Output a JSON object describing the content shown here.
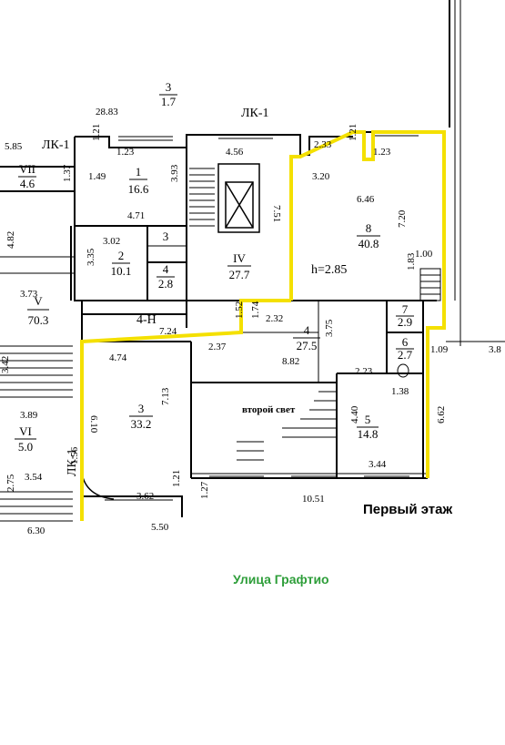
{
  "colors": {
    "wall": "#000000",
    "highlight": "#f4e000",
    "street": "#2e9e3a",
    "background": "#ffffff"
  },
  "floor_title": "Первый этаж",
  "street_label": "Улица Графтио",
  "height_label": "h=2.85",
  "second_light_label": "второй свет",
  "rooms": [
    {
      "num": "VII",
      "area": "4.6"
    },
    {
      "num": "1",
      "area": "16.6"
    },
    {
      "num": "2",
      "area": "10.1"
    },
    {
      "num": "3",
      "area": ""
    },
    {
      "num": "4",
      "area": "2.8"
    },
    {
      "num": "IV",
      "area": "27.7"
    },
    {
      "num": "8",
      "area": "40.8"
    },
    {
      "num": "V",
      "area": "70.3"
    },
    {
      "num": "4",
      "area": "27.5"
    },
    {
      "num": "7",
      "area": "2.9"
    },
    {
      "num": "6",
      "area": "2.7"
    },
    {
      "num": "3",
      "area": "33.2"
    },
    {
      "num": "5",
      "area": "14.8"
    },
    {
      "num": "VI",
      "area": "5.0"
    },
    {
      "num": "3",
      "area": "1.7"
    }
  ],
  "labels": {
    "lk_top": "ЛК-1",
    "lk_left": "ЛК-1",
    "lk_bottom": "ЛК-1",
    "stair_4n": "4-Н"
  },
  "dimensions": [
    "28.83",
    "1.21",
    "1.23",
    "4.56",
    "2.33",
    "1.21",
    "1.23",
    "5.85",
    "1.37",
    "1.49",
    "3.93",
    "3.20",
    "6.46",
    "7.51",
    "7.20",
    "4.71",
    "3.02",
    "3.35",
    "4.82",
    "1.00",
    "1.83",
    "3.73",
    "7.24",
    "1.52",
    "1.74",
    "2.32",
    "3.75",
    "4.74",
    "2.37",
    "8.82",
    "1.09",
    "3.8",
    "3.42",
    "2.23",
    "1.38",
    "7.13",
    "6.10",
    "3.89",
    "4.40",
    "6.62",
    "3.44",
    "3.54",
    "1.56",
    "2.75",
    "3.62",
    "1.21",
    "1.27",
    "10.51",
    "5.50",
    "6.30"
  ]
}
